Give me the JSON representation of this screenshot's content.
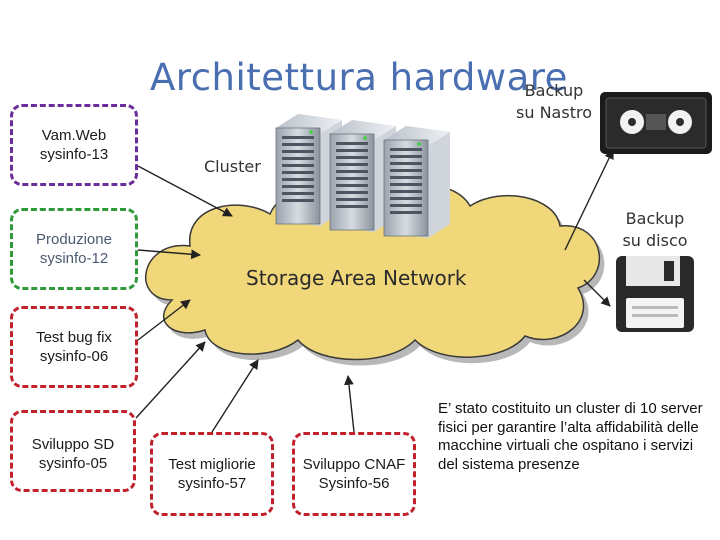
{
  "title": "Architettura hardware",
  "boxes": {
    "vamweb": {
      "line1": "Vam.Web",
      "line2": "sysinfo-13"
    },
    "produzione": {
      "line1": "Produzione",
      "line2": "sysinfo-12"
    },
    "test_bug_fix": {
      "line1": "Test bug fix",
      "line2": "sysinfo-06"
    },
    "sviluppo_sd": {
      "line1": "Sviluppo SD",
      "line2": "sysinfo-05"
    },
    "test_migliorie": {
      "line1": "Test migliorie",
      "line2": "sysinfo-57"
    },
    "sviluppo_cnaf": {
      "line1": "Sviluppo CNAF",
      "line2": "Sysinfo-56"
    }
  },
  "labels": {
    "cluster": "Cluster",
    "san": "Storage Area Network",
    "backup_tape_1": "Backup",
    "backup_tape_2": "su Nastro",
    "backup_disk_1": "Backup",
    "backup_disk_2": "su disco"
  },
  "note": "E’ stato costituito un cluster di 10 server fisici per garantire l’alta affidabilità delle macchine virtuali che ospitano i servizi del sistema presenze",
  "colors": {
    "title": "#4a6fb0",
    "cloud": "#f0d77a",
    "box_purple": "#6a2d9c",
    "box_green": "#2e9a3a",
    "box_red": "#c0212b"
  }
}
